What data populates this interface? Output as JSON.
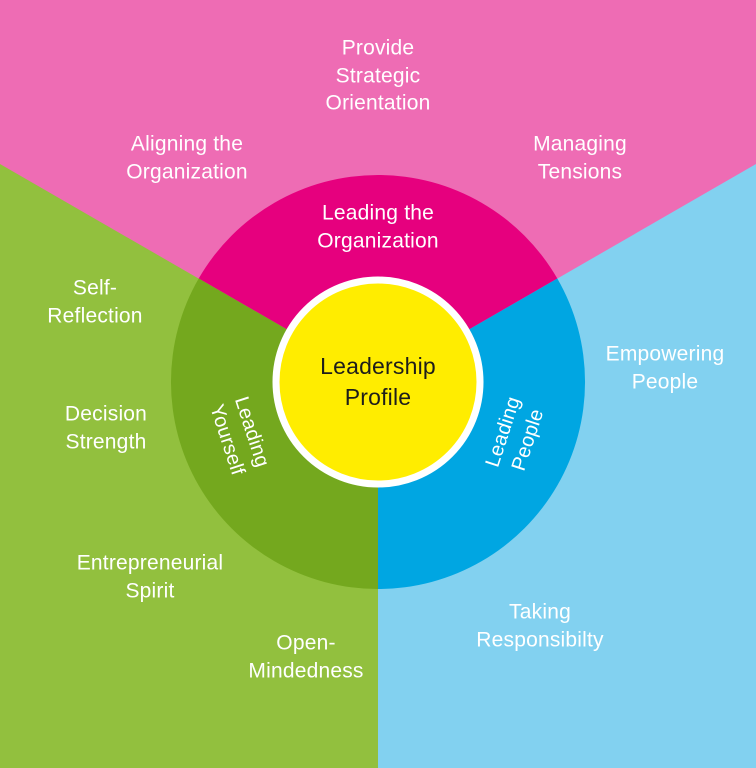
{
  "diagram": {
    "center_label": "Leadership\nProfile",
    "rings": {
      "organization": "Leading the\nOrganization",
      "yourself": "Leading\nYourself",
      "people": "Leading\nPeople"
    },
    "outer_labels": {
      "provide_strategic_orientation": "Provide\nStrategic\nOrientation",
      "aligning_the_organization": "Aligning the\nOrganization",
      "managing_tensions": "Managing\nTensions",
      "self_reflection": "Self-\nReflection",
      "decision_strength": "Decision\nStrength",
      "entrepreneurial_spirit": "Entrepreneurial\nSpirit",
      "open_mindedness": "Open-\nMindedness",
      "empowering_people": "Empowering\nPeople",
      "taking_responsibility": "Taking\nResponsibilty"
    },
    "colors": {
      "pink_background": "#ee6cb4",
      "magenta_sector": "#e6007e",
      "green_background": "#92c03e",
      "green_sector": "#74a81e",
      "blue_background": "#82d1f0",
      "blue_sector": "#00a6e2",
      "center_fill": "#ffed00",
      "center_ring": "#ffffff",
      "label_text": "#ffffff",
      "center_text": "#1d1d1b"
    }
  }
}
